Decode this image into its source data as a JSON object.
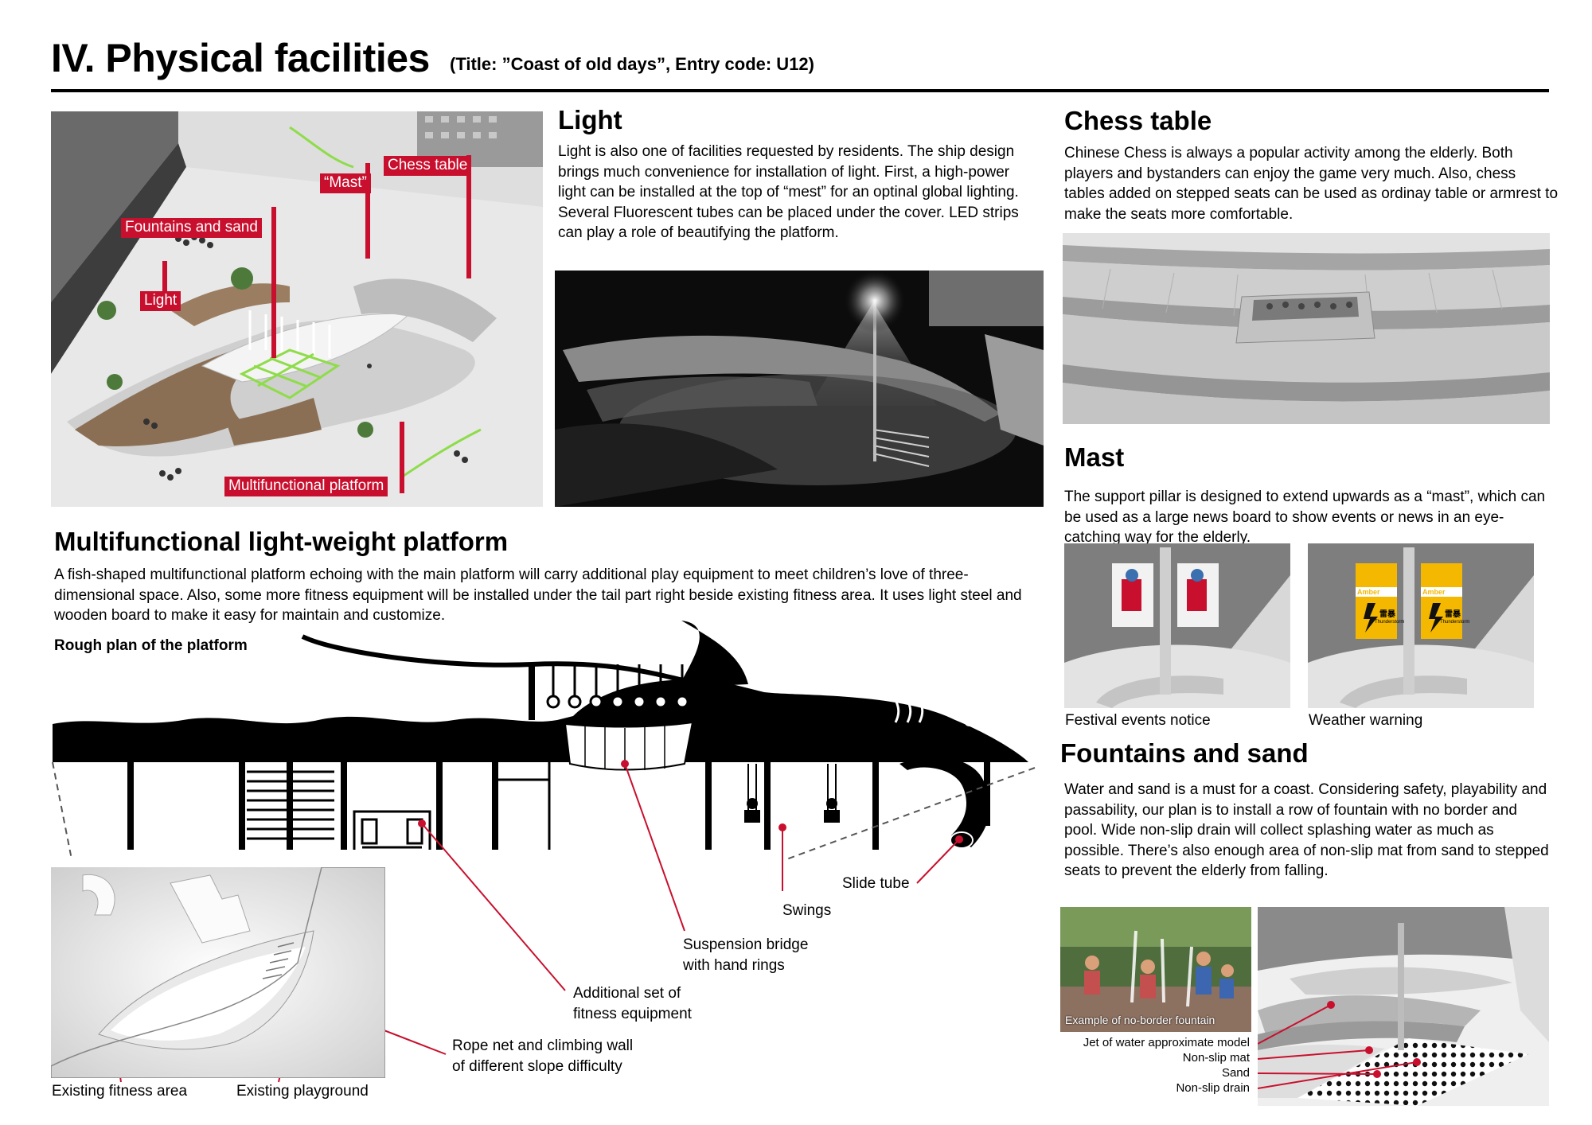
{
  "header": {
    "title": "IV. Physical facilities",
    "subtitle": "(Title: ”Coast of old days”, Entry code: U12)"
  },
  "overview": {
    "tags": {
      "chess": "Chess table",
      "mast": "“Mast”",
      "fountains": "Fountains and sand",
      "light": "Light",
      "platform": "Multifunctional platform"
    }
  },
  "light": {
    "heading": "Light",
    "text": "Light is also one of facilities requested by residents. The ship design brings much convenience for installation of light. First, a high-power light can be installed at the top of “mest” for an optinal global lighting. Several Fluorescent tubes can be placed under the cover. LED strips can play a role of beautifying the platform."
  },
  "chess": {
    "heading": "Chess table",
    "text": "Chinese Chess is always a popular activity among the elderly. Both players and bystanders can enjoy the game very much. Also, chess tables added on stepped seats can be used as ordinay table or armrest to make the seats more comfortable."
  },
  "mast": {
    "heading": "Mast",
    "text": "The support pillar is designed to extend upwards as a “mast”, which can be used as a large news board to show events or news in an eye-catching way for the elderly.",
    "captions": [
      "Festival events notice",
      "Weather warning"
    ],
    "poster_amber": "Amber",
    "poster_storm": "Thunderstorm",
    "poster_chinese": "雷暴"
  },
  "platform": {
    "heading": "Multifunctional light-weight platform",
    "text": "A fish-shaped multifunctional platform echoing with the main platform will carry additional play equipment to meet children’s love of three-dimensional space. Also, some more fitness equipment will be installed under the tail part right beside existing fitness area. It uses light steel and wooden board to make it easy for maintain and customize.",
    "plan_label": "Rough plan of the platform",
    "labels": {
      "slide": "Slide tube",
      "swings": "Swings",
      "bridge_1": "Suspension bridge",
      "bridge_2": "with hand rings",
      "fitness_1": "Additional set of",
      "fitness_2": "fitness equipment",
      "rope_1": "Rope net and climbing wall",
      "rope_2": "of different slope difficulty",
      "existing_fitness": "Existing fitness area",
      "existing_playground": "Existing playground"
    }
  },
  "fountains": {
    "heading": "Fountains and sand",
    "text": "Water and sand is a must for a coast. Considering safety, playability and passability, our plan is to install a row of fountain with no border and pool. Wide non-slip drain will collect splashing water as much as possible. There’s also enough area of non-slip mat from sand to stepped seats to prevent the elderly from falling.",
    "photo_caption": "Example of no-border fountain",
    "legend": [
      "Jet of water approximate model",
      "Non-slip mat",
      "Sand",
      "Non-slip drain"
    ]
  },
  "colors": {
    "accent_red": "#c8102e",
    "wood": "#8b6f55",
    "greenery": "#8fdc4a",
    "warning_yellow": "#f5b800"
  }
}
